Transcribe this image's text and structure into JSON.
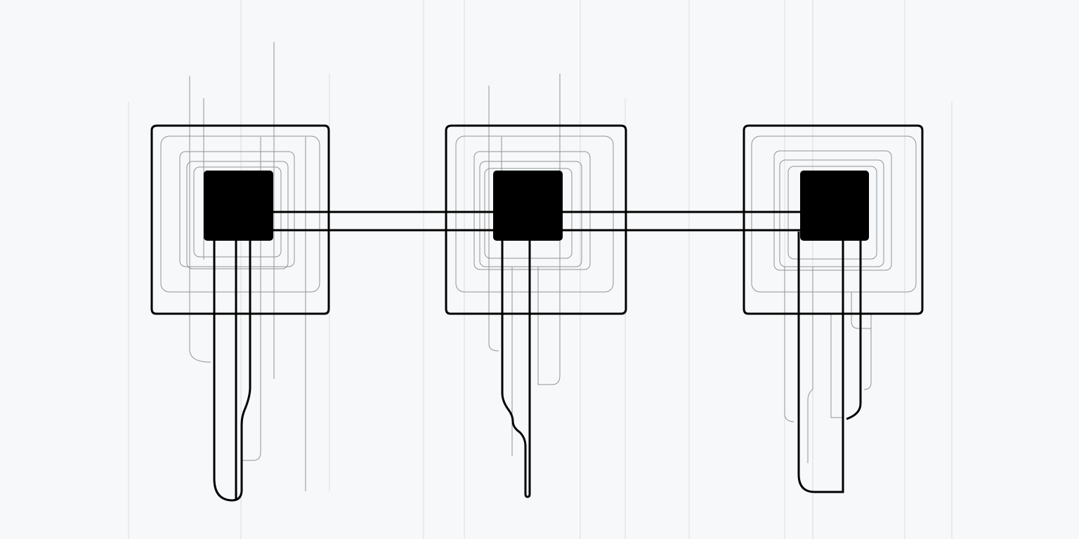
{
  "canvas": {
    "background": "#f7f8f9",
    "stroke_color": "#000000",
    "faint_color": "#9a9ea3",
    "guide_color": "#d9dcdf"
  },
  "nodes": [
    {
      "id": "node-1",
      "shape": "filled-rounded-square",
      "frames": 3
    },
    {
      "id": "node-2",
      "shape": "filled-rounded-square",
      "frames": 3
    },
    {
      "id": "node-3",
      "shape": "filled-rounded-square",
      "frames": 3
    }
  ],
  "connections": [
    {
      "from": "node-1",
      "to": "node-2",
      "lines": 2
    },
    {
      "from": "node-2",
      "to": "node-3",
      "lines": 2
    }
  ],
  "labels": []
}
